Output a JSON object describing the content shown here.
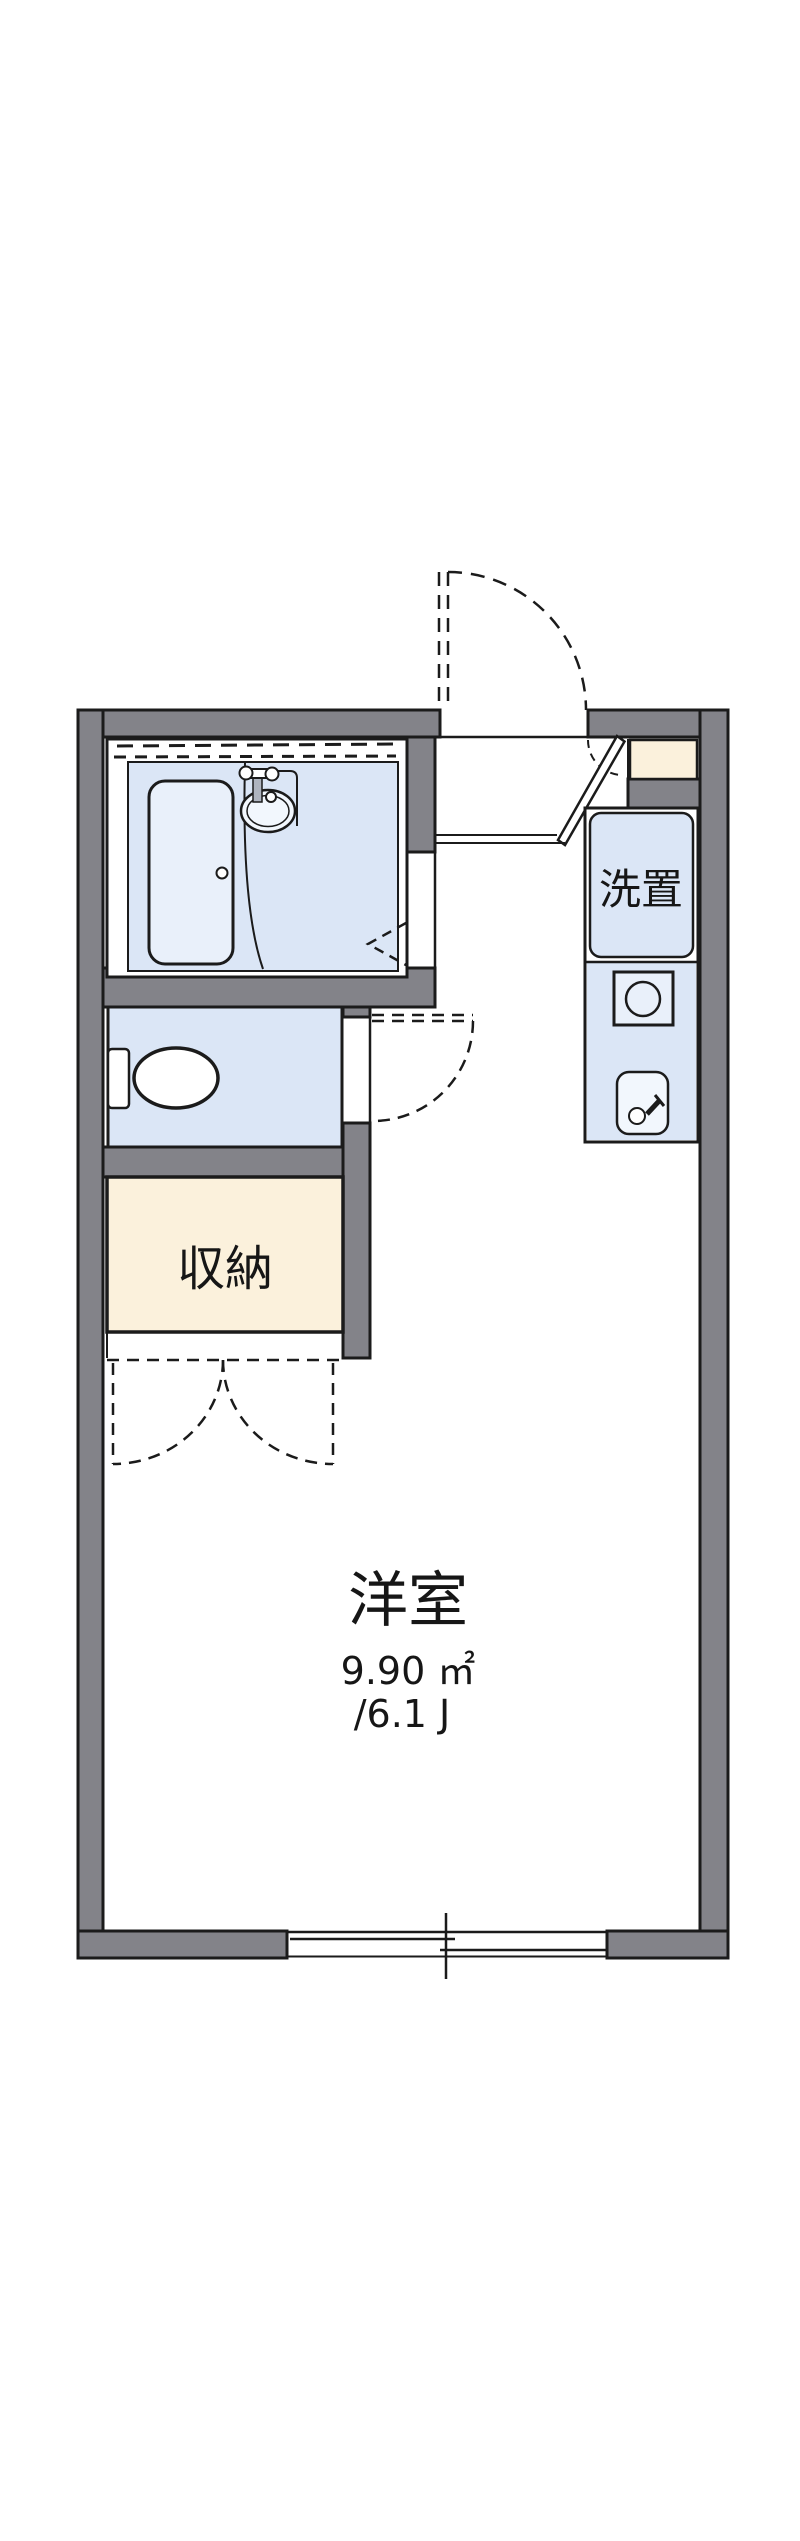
{
  "floorplan": {
    "labels": {
      "laundry_space": "洗置",
      "closet": "収納",
      "main_room_name": "洋室",
      "main_room_area_sqm": "9.90 ㎡",
      "main_room_area_tatami": "/6.1 J"
    },
    "colors": {
      "wall": "#838389",
      "floor_blue": "#dbe6f6",
      "fixture_blue": "#e9f0fa",
      "sink_white": "#f2f7fd",
      "cream": "#fbf1dc",
      "metal_gray": "#aeb4bf",
      "line": "#1b1b1b",
      "background": "#ffffff"
    }
  }
}
